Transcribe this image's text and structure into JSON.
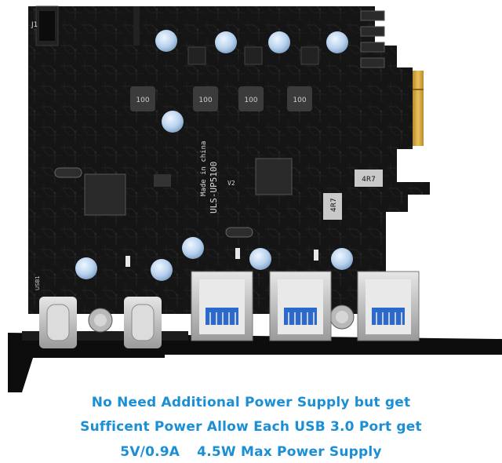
{
  "colors": {
    "caption": "#1a8fd6",
    "pcb": "#141414",
    "bracket": "#0b0b0b",
    "gold": "#d4a83a",
    "usb_port": "#c9c9c9",
    "usb_tongue": "#2a6ad0"
  },
  "pcb": {
    "connector_label": "J1",
    "marking_made_in": "Made in china",
    "model_code": "ULS-UP5100",
    "version_mark": "V2",
    "resistor_mark_1": "4R7",
    "resistor_mark_2": "4R7",
    "inductor_marks": [
      "100",
      "100",
      "100",
      "100"
    ],
    "port_label": "USB1"
  },
  "caption": {
    "line1": "No Need Additional Power Supply but get",
    "line2": "Sufficent Power Allow Each USB 3.0 Port get",
    "line3_part1": "5V/0.9A",
    "line3_part2": "4.5W Max Power Supply"
  }
}
